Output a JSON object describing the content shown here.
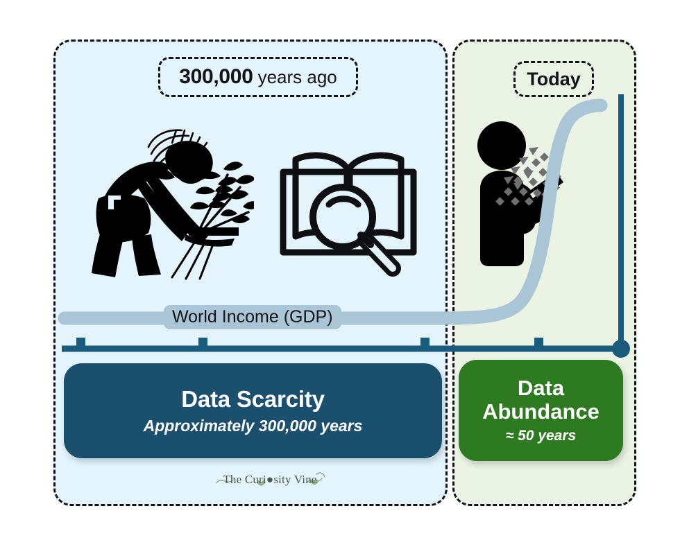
{
  "panels": {
    "past": {
      "name": "Data Scarcity era panel",
      "bg": "#e3f4fc",
      "badge_number": "300,000",
      "badge_suffix": "years ago"
    },
    "today": {
      "name": "Data Abundance era panel",
      "bg": "#ebf4e4",
      "badge_label": "Today"
    }
  },
  "illustrations": {
    "farmer": "farmer-harvesting-wheat-icon",
    "book": "book-with-magnifying-glass-icon",
    "phone_user": "person-with-smartphone-data-stream-icon"
  },
  "chart_label": "World Income (GDP)",
  "outcomes": {
    "scarcity": {
      "title": "Data Scarcity",
      "subtitle": "Approximately 300,000 years",
      "color": "#1a4f6e"
    },
    "abundance": {
      "title_line1": "Data",
      "title_line2": "Abundance",
      "subtitle": "≈ 50 years",
      "color": "#2d7a21"
    }
  },
  "watermark": {
    "text": "The Curi●sity Vine",
    "color": "#4b5a4b"
  },
  "chart_data": {
    "type": "line",
    "title": "World Income (GDP) over human history",
    "xlabel": "",
    "ylabel": "World Income (GDP)",
    "series": [
      {
        "name": "World Income (GDP)",
        "color": "#a9c5d6",
        "x": [
          0,
          10,
          20,
          30,
          40,
          50,
          60,
          65,
          70,
          75,
          80,
          85,
          90,
          95,
          100
        ],
        "values": [
          2,
          2,
          2,
          2,
          2,
          2,
          2.5,
          3,
          4.5,
          7,
          12,
          22,
          40,
          62,
          84
        ]
      }
    ],
    "axis": {
      "color": "#1a5b7d",
      "x_ticks": [
        0,
        22,
        65,
        86,
        100
      ],
      "x_tick_labels": [
        "",
        "",
        "",
        "",
        ""
      ],
      "grid": false,
      "ylim": [
        0,
        100
      ],
      "xlim": [
        0,
        100
      ],
      "endpoint_marker": true
    },
    "annotations": [
      {
        "text": "300,000 years ago",
        "position": "top-left"
      },
      {
        "text": "Today",
        "position": "top-right"
      },
      {
        "text": "World Income (GDP)",
        "position": "on-curve-flat-segment"
      }
    ],
    "legend": "none",
    "eras": [
      {
        "label": "Data Scarcity",
        "duration": "Approximately 300,000 years",
        "color": "#1a4f6e"
      },
      {
        "label": "Data Abundance",
        "duration": "≈ 50 years",
        "color": "#2d7a21"
      }
    ]
  }
}
